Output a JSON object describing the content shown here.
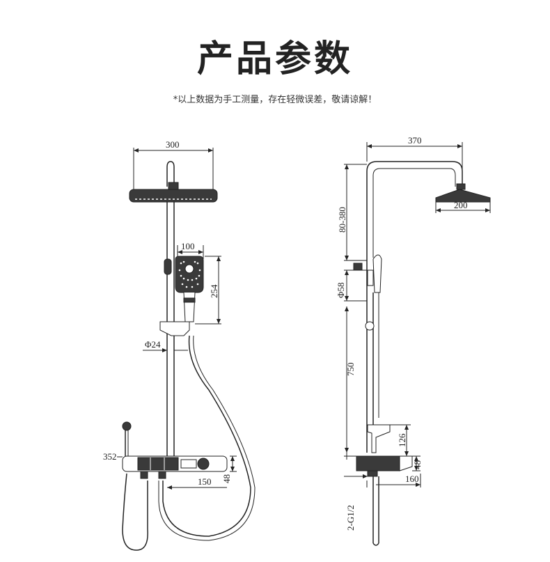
{
  "title": "产品参数",
  "note": "*以上数据为手工测量，存在轻微误差，敬请谅解！",
  "front_view": {
    "dim_head_width": "300",
    "dim_handshower_width": "100",
    "dim_handshower_length": "254",
    "dim_pipe_diameter": "Φ24",
    "dim_shelf_width": "352",
    "dim_valve_spacing": "150",
    "dim_valve_height": "48"
  },
  "side_view": {
    "dim_reach": "370",
    "dim_head_diameter": "200",
    "dim_adjust_range": "80-380",
    "dim_slider_diameter": "Φ58",
    "dim_rail_length": "750",
    "dim_holder_height": "126",
    "dim_valve_height": "48",
    "dim_thread": "2-G1/2",
    "dim_depth": "160"
  }
}
